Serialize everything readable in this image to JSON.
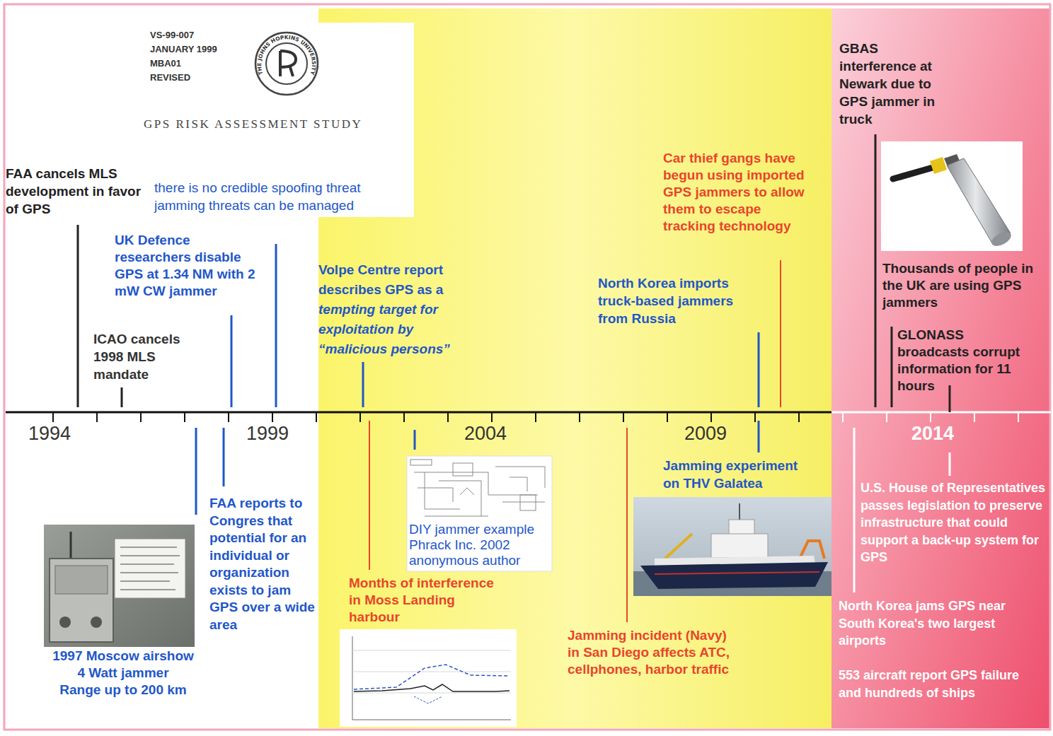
{
  "diagram": {
    "labels": [
      "VS-99-007 JANUARY 1999 MBA01 REVISED",
      "THE JOHNS HOPKINS UNIVERSITY",
      "GPS RISK ASSESSMENT STUDY",
      "FAA cancels MLS development in favor of GPS",
      "there is no credible spoofing threat",
      "jamming threats can be managed",
      "UK Defence researchers disable GPS at 1.34 NM with 2 mW CW jammer",
      "ICAO cancels 1998 MLS mandate",
      "Volpe Centre report describes GPS as a",
      "tempting target for exploitation by “malicious persons”",
      "Car thief gangs have begun using imported GPS jammers to allow them to escape tracking technology",
      "North Korea imports truck-based jammers from Russia",
      "GBAS interference at Newark due to GPS jammer in truck",
      "Thousands of people in the UK are using GPS jammers",
      "GLONASS broadcasts corrupt information for 11 hours",
      "1994",
      "1999",
      "2004",
      "2009",
      "2014",
      "1997 Moscow airshow",
      "4 Watt jammer",
      "Range up to 200 km",
      "FAA reports to Congres that potential for an individual or organization exists to jam GPS over a wide area",
      "DIY jammer example",
      "Phrack Inc. 2002",
      "anonymous author",
      "Months of interference in Moss Landing harbour",
      "Jamming incident (Navy) in San Diego affects ATC, cellphones, harbor traffic",
      "Jamming experiment on THV Galatea",
      "U.S. House of Representatives passes legislation to preserve infrastructure that could support a back-up system for GPS",
      "North Korea jams GPS near South Korea's two largest airports",
      "553 aircraft report GPS failure and hundreds of ships"
    ]
  }
}
